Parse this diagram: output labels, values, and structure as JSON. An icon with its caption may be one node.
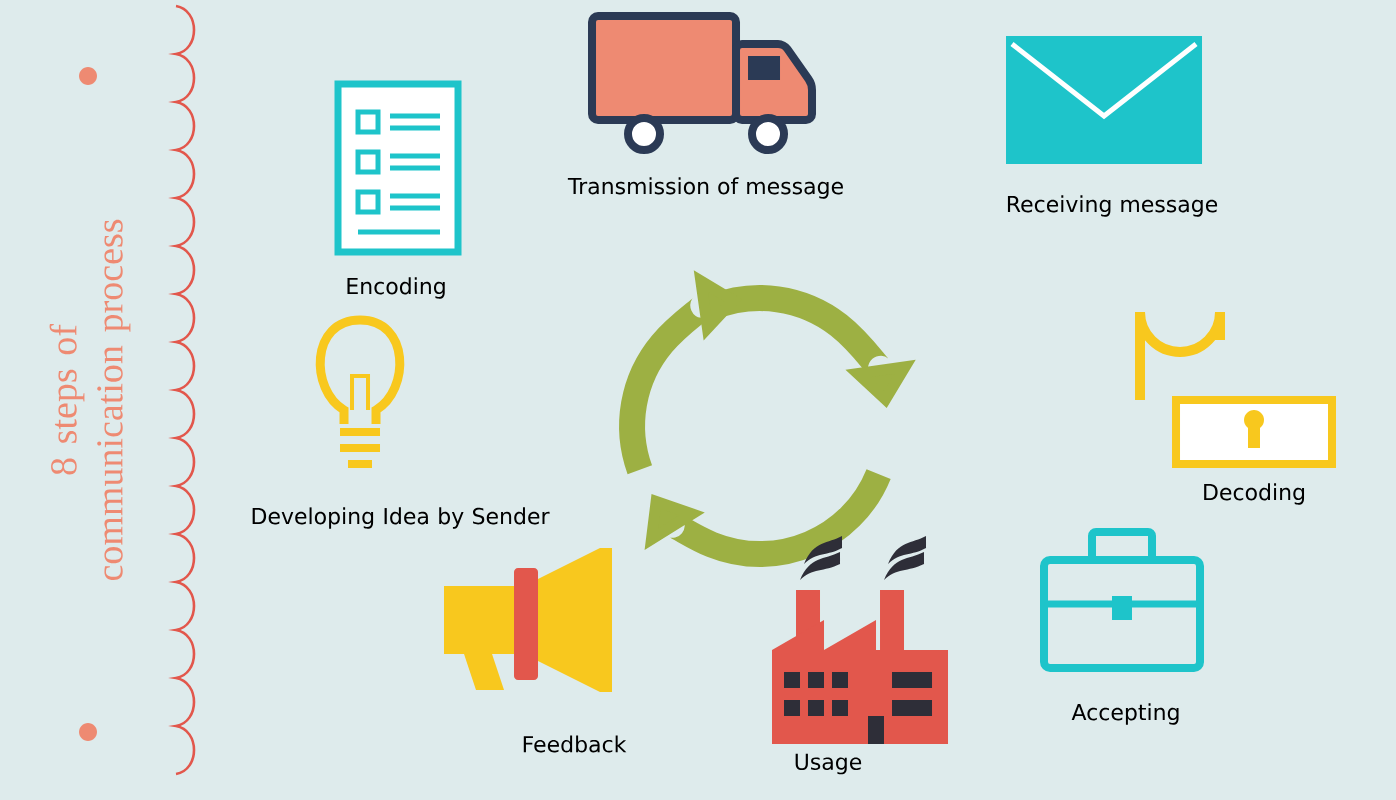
{
  "diagram": {
    "title": "8 steps of communication process",
    "labels": [
      "Transmission of message",
      "Receiving message",
      "Encoding",
      "Developing Idea by Sender",
      "Decoding",
      "Feedback",
      "Usage",
      "Accepting"
    ]
  }
}
